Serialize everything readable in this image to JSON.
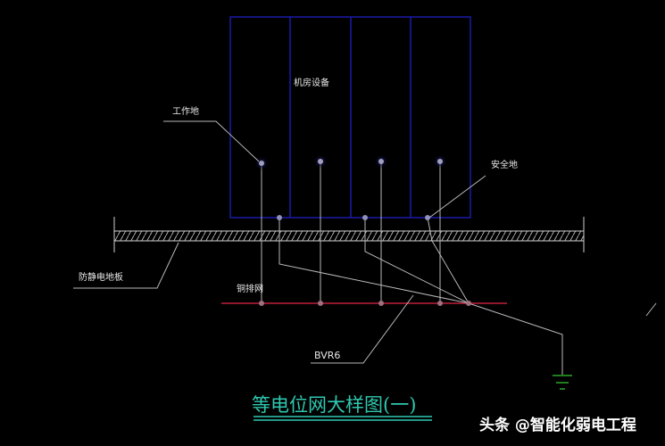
{
  "labels": {
    "equipment": "机房设备",
    "working_ground": "工作地",
    "safety_ground": "安全地",
    "antistatic_floor": "防静电地板",
    "copper_mesh": "铜排网",
    "cable": "BVR6"
  },
  "title": "等电位网大样图(一)",
  "watermark": "头条 @智能化弱电工程",
  "colors": {
    "background": "#000000",
    "equipment_outline": "#1a1aa8",
    "copper_bar": "#c0203a",
    "title": "#2fc8b0",
    "ground_symbol": "#2aa82a",
    "lines": "#b8b8b8"
  }
}
